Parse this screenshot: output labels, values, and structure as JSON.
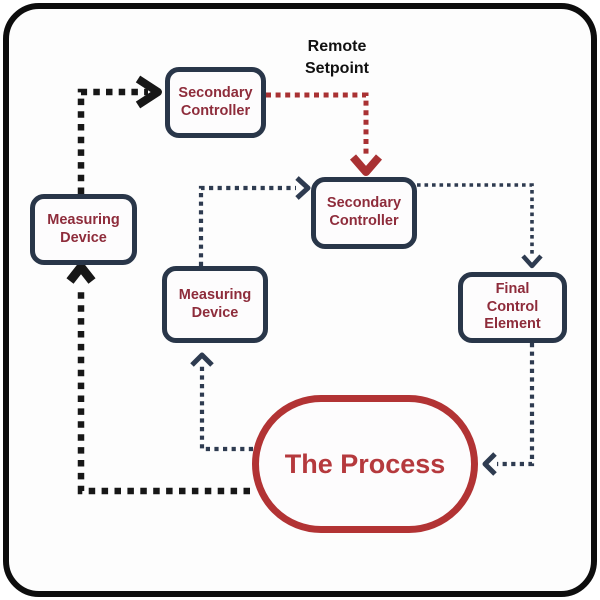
{
  "colors": {
    "frame": "#0d0d0d",
    "background": "#fdfdfd",
    "node_border": "#293649",
    "node_text": "#8e2c3b",
    "line_black": "#171717",
    "line_navy": "#2e3b50",
    "line_red": "#a93133",
    "process_border": "#b23334",
    "process_text": "#b5393d",
    "setpoint_text": "#111111"
  },
  "annotations": {
    "remote_setpoint_line1": "Remote",
    "remote_setpoint_line2": "Setpoint"
  },
  "nodes": [
    {
      "id": "secondary-controller-top",
      "label": "Secondary Controller"
    },
    {
      "id": "measuring-device-left",
      "label": "Measuring Device"
    },
    {
      "id": "secondary-controller-inner",
      "label": "Secondary Controller"
    },
    {
      "id": "measuring-device-inner",
      "label": "Measuring Device"
    },
    {
      "id": "final-control-element",
      "label": "Final Control Element"
    }
  ],
  "process": {
    "label": "The Process"
  },
  "connectors": [
    {
      "name": "measuring-left-to-secondary-top",
      "style": "square-dotted",
      "color_key": "line_black",
      "arrow": "right"
    },
    {
      "name": "secondary-top-to-secondary-inner",
      "style": "square-dotted",
      "color_key": "line_red",
      "arrow": "down",
      "meaning": "remote setpoint signal"
    },
    {
      "name": "secondary-inner-to-final-control",
      "style": "square-dotted",
      "color_key": "line_navy",
      "arrow": "down"
    },
    {
      "name": "measuring-inner-to-secondary-inner",
      "style": "square-dotted",
      "color_key": "line_navy",
      "arrow": "right"
    },
    {
      "name": "final-control-to-process",
      "style": "square-dotted",
      "color_key": "line_navy",
      "arrow": "left"
    },
    {
      "name": "process-to-measuring-inner",
      "style": "square-dotted",
      "color_key": "line_navy",
      "arrow": "up"
    },
    {
      "name": "process-to-measuring-left",
      "style": "square-dotted",
      "color_key": "line_black",
      "arrow": "up"
    }
  ]
}
